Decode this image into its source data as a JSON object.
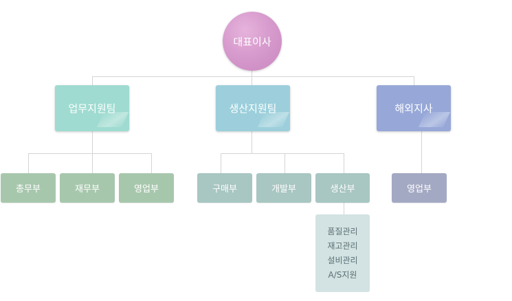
{
  "ceo": {
    "label": "대표이사",
    "color": "#d79bcd"
  },
  "teams": [
    {
      "label": "업무지원팀",
      "color": "#9fdbd0",
      "departments": [
        {
          "label": "총무부",
          "color": "#a7c7ad"
        },
        {
          "label": "재무부",
          "color": "#a7c7ad"
        },
        {
          "label": "영업부",
          "color": "#a7c7ad"
        }
      ]
    },
    {
      "label": "생산지원팀",
      "color": "#9ccfdb",
      "departments": [
        {
          "label": "구매부",
          "color": "#a8c6c2"
        },
        {
          "label": "개발부",
          "color": "#a8c6c2"
        },
        {
          "label": "생산부",
          "color": "#a8c6c2",
          "sub_items": [
            "품질관리",
            "재고관리",
            "설비관리",
            "A/S지원"
          ]
        }
      ]
    },
    {
      "label": "해외지사",
      "color": "#97a8d8",
      "departments": [
        {
          "label": "영업부",
          "color": "#a4a9c3"
        }
      ]
    }
  ]
}
